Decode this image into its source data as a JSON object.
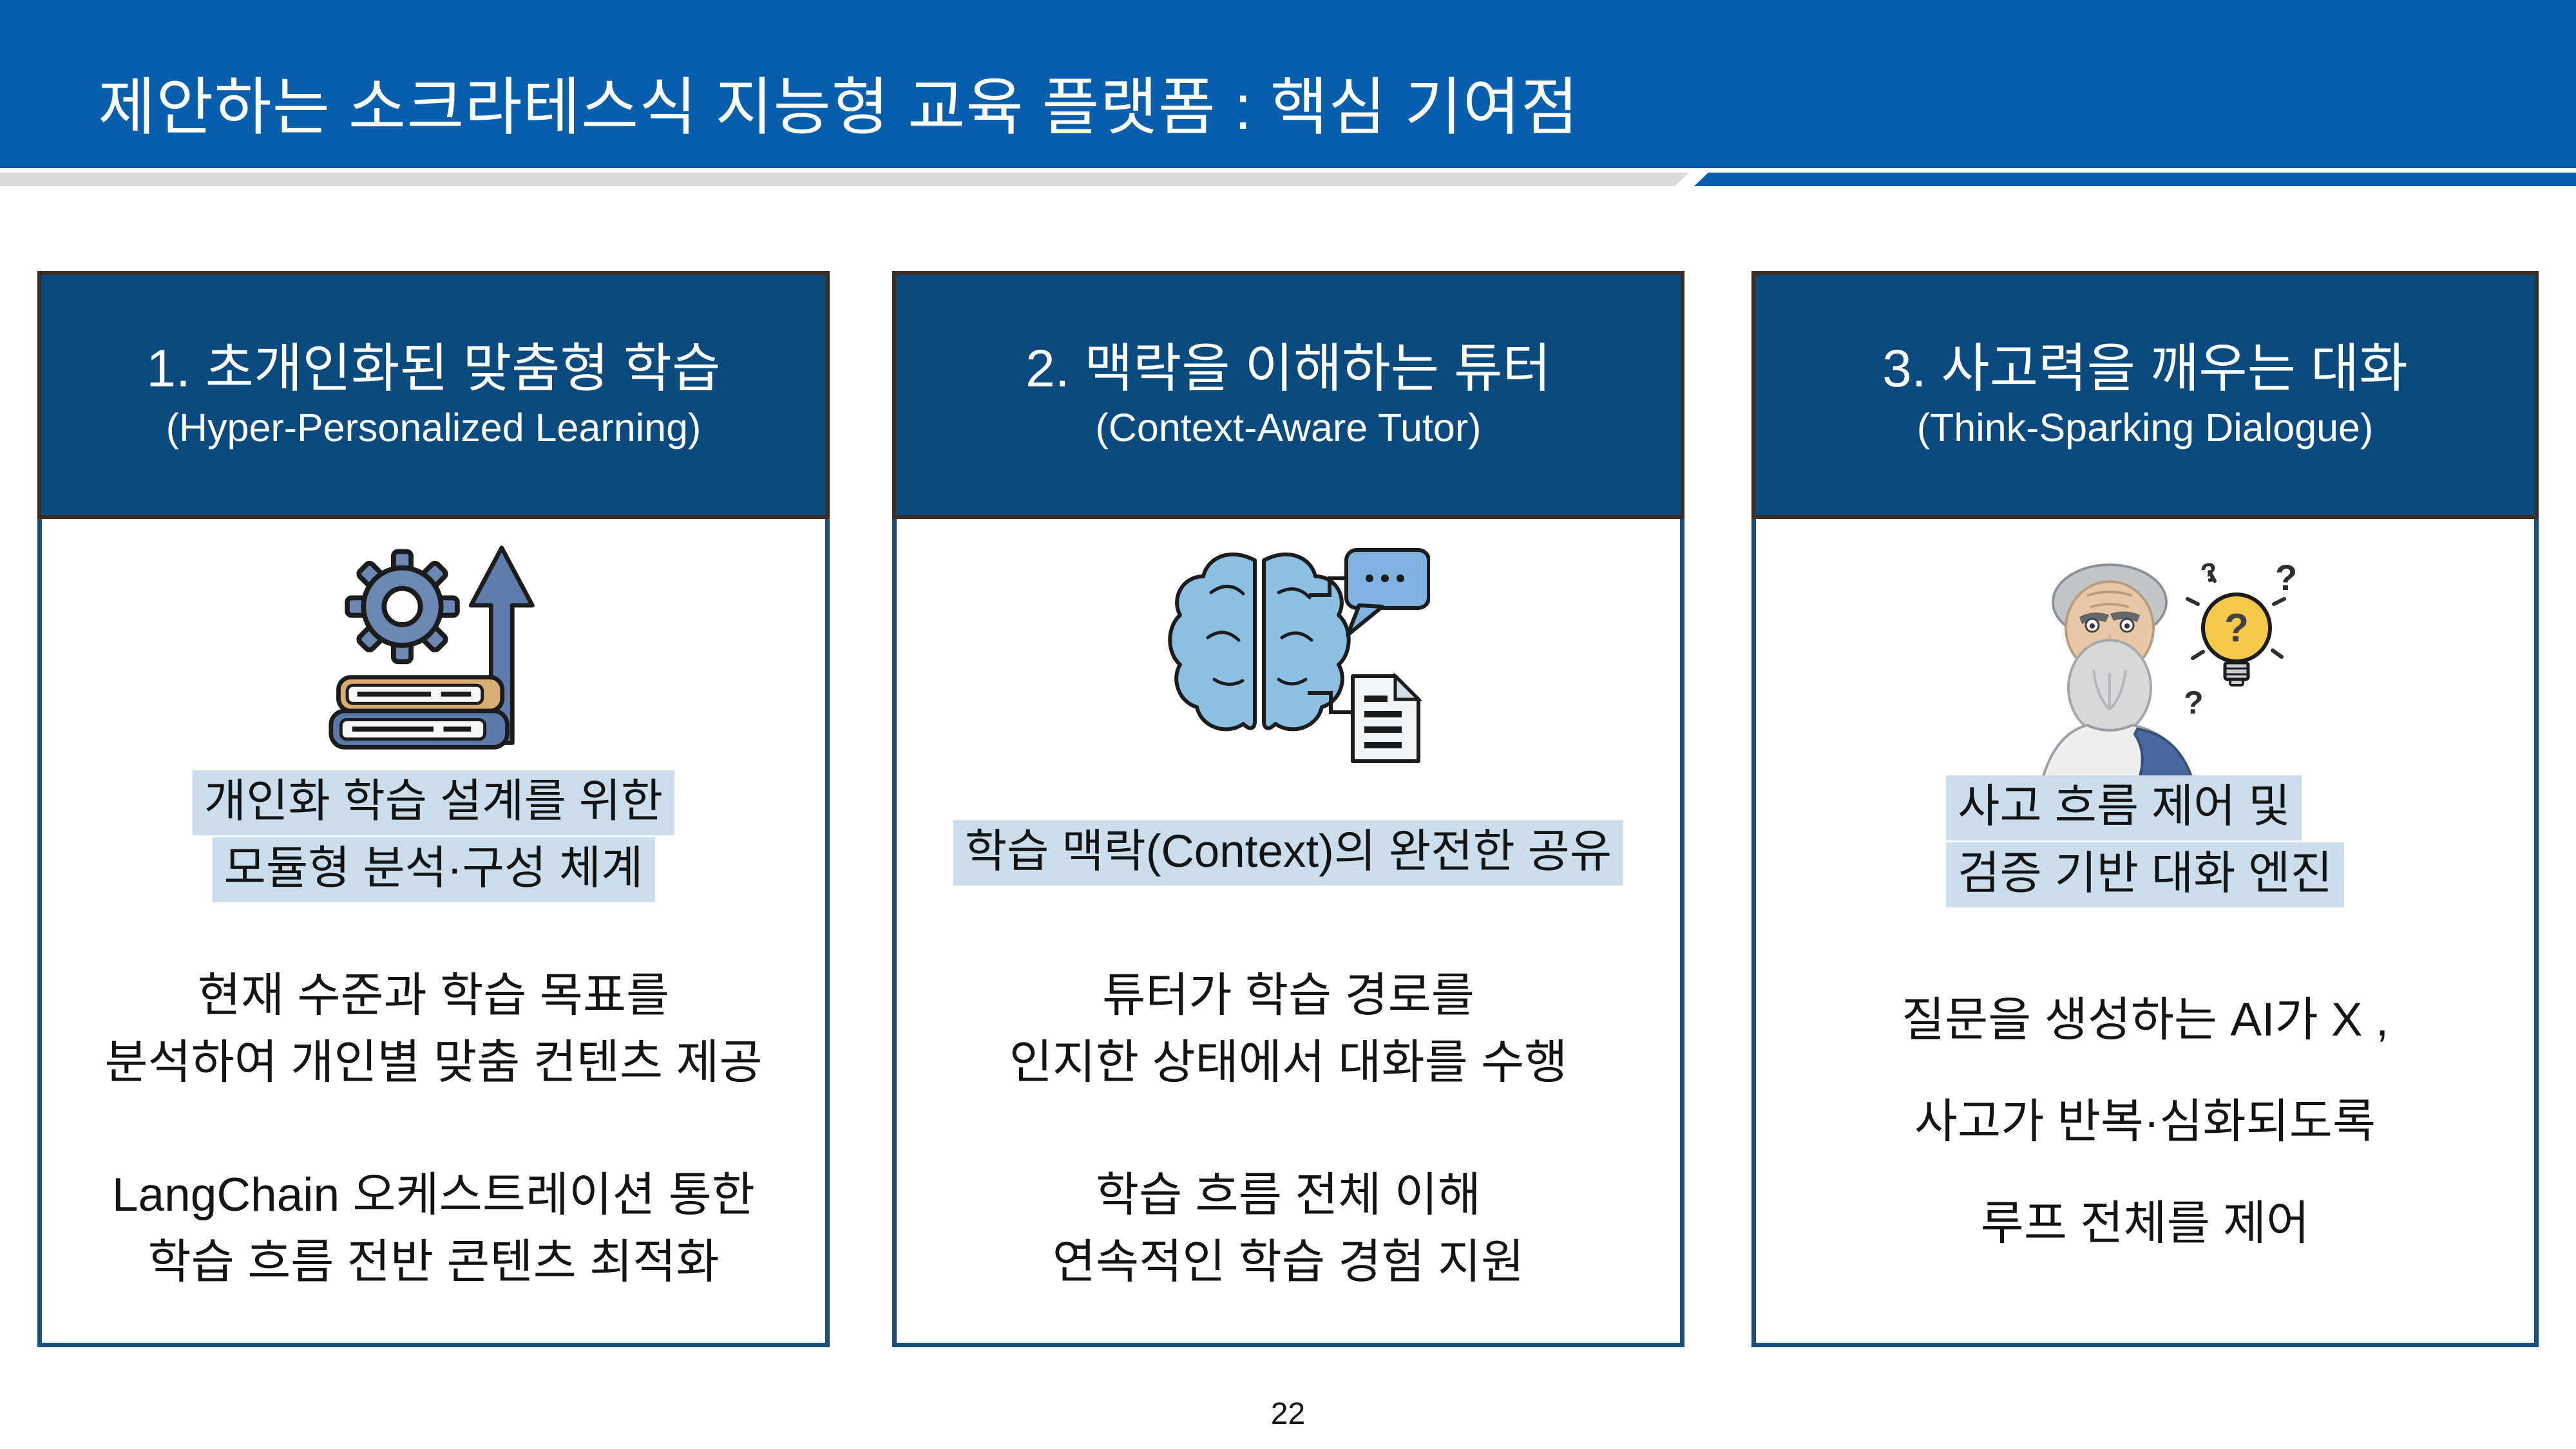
{
  "slide": {
    "title": "제안하는 소크라테스식 지능형 교육 플랫폼 : 핵심 기여점",
    "page_number": "22"
  },
  "colors": {
    "accent_blue": "#0A5FAD",
    "stripe_gray": "#D9D9D9",
    "card_header_navy": "#0B4A7E",
    "card_border_navy": "#1F4E79",
    "header_frame_dark": "#3B2D25",
    "highlight_blue": "#CBDCEA",
    "text_dark": "#141414",
    "title_text": "#FFFFFF"
  },
  "cards": [
    {
      "title_ko": "1. 초개인화된 맞춤형 학습",
      "title_en": "(Hyper-Personalized Learning)",
      "icon": "books-gear-growth-arrow-icon",
      "highlight_lines": [
        "개인화 학습 설계를 위한",
        "모듈형 분석·구성 체계"
      ],
      "paragraphs": [
        {
          "lines": [
            "현재 수준과 학습 목표를",
            "분석하여 개인별 맞춤 컨텐츠 제공"
          ]
        },
        {
          "lines": [
            "LangChain 오케스트레이션 통한",
            "학습 흐름 전반 콘텐츠 최적화"
          ]
        }
      ]
    },
    {
      "title_ko": "2. 맥락을 이해하는 튜터",
      "title_en": "(Context-Aware Tutor)",
      "icon": "brain-chat-document-icon",
      "highlight_lines": [
        "학습 맥락(Context)의 완전한 공유"
      ],
      "paragraphs": [
        {
          "lines": [
            "튜터가 학습 경로를",
            "인지한 상태에서 대화를 수행"
          ]
        },
        {
          "lines": [
            "학습 흐름 전체 이해",
            "연속적인 학습 경험 지원"
          ]
        }
      ]
    },
    {
      "title_ko": "3. 사고력을 깨우는 대화",
      "title_en": "(Think-Sparking Dialogue)",
      "icon": "socrates-lightbulb-icon",
      "highlight_lines": [
        "사고 흐름 제어 및",
        "검증 기반 대화 엔진"
      ],
      "paragraphs": [
        {
          "lines": [
            "질문을 생성하는 AI가 X ,"
          ]
        },
        {
          "lines": [
            "사고가 반복·심화되도록"
          ]
        },
        {
          "lines": [
            "루프 전체를 제어"
          ]
        }
      ]
    }
  ]
}
